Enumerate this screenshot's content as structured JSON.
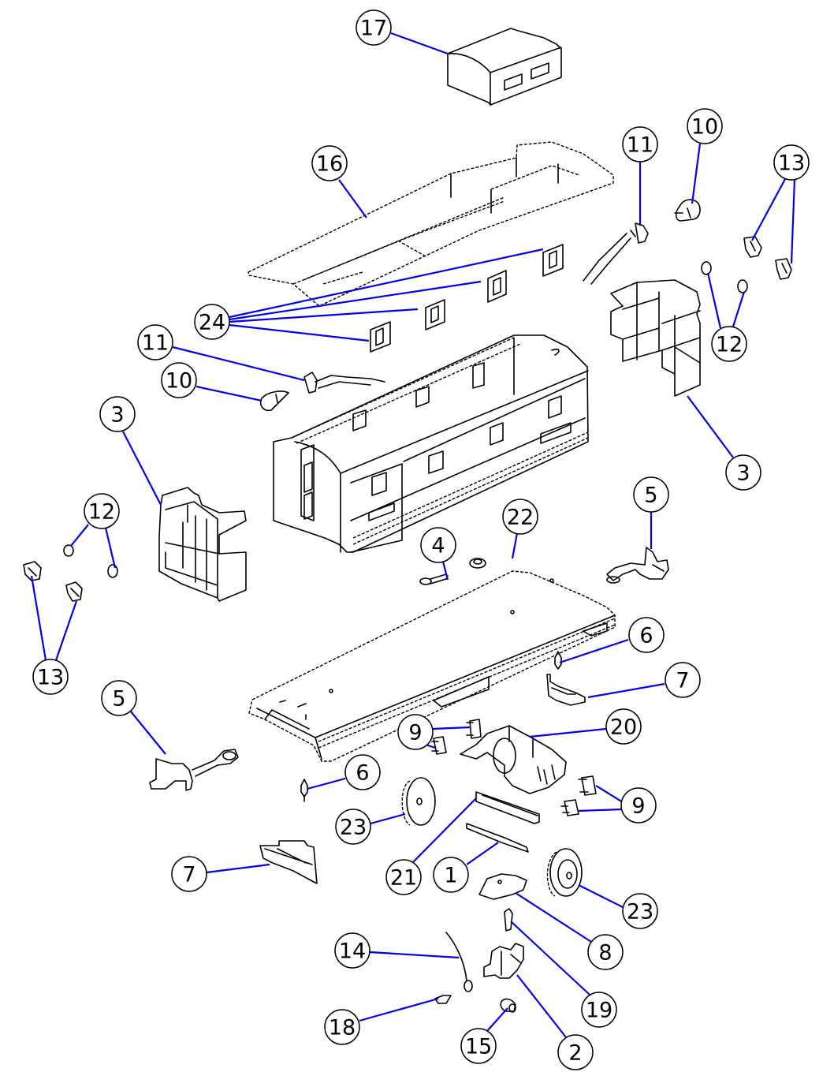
{
  "diagram": {
    "title": "Locomotive exploded parts diagram",
    "leader_color": "#0000ee",
    "callouts": [
      {
        "label": "17",
        "part": "cab-roof-hatch"
      },
      {
        "label": "16",
        "part": "roof-shell"
      },
      {
        "label": "11",
        "part": "headlight-wire-right"
      },
      {
        "label": "10",
        "part": "lamp-bulb-right"
      },
      {
        "label": "13",
        "part": "marker-lens-right"
      },
      {
        "label": "24",
        "part": "window-inserts"
      },
      {
        "label": "12",
        "part": "lens-right"
      },
      {
        "label": "11",
        "part": "headlight-wire-left"
      },
      {
        "label": "10",
        "part": "lamp-bulb-left"
      },
      {
        "label": "3",
        "part": "light-bracket-left"
      },
      {
        "label": "3",
        "part": "light-bracket-right"
      },
      {
        "label": "12",
        "part": "lens-left"
      },
      {
        "label": "5",
        "part": "coupler-right"
      },
      {
        "label": "22",
        "part": "nut"
      },
      {
        "label": "4",
        "part": "screw"
      },
      {
        "label": "13",
        "part": "marker-lens-left"
      },
      {
        "label": "6",
        "part": "coupler-pin-right"
      },
      {
        "label": "7",
        "part": "pilot-right"
      },
      {
        "label": "5",
        "part": "coupler-left"
      },
      {
        "label": "9",
        "part": "brush-holder-top"
      },
      {
        "label": "20",
        "part": "motor-frame"
      },
      {
        "label": "6",
        "part": "coupler-pin-left"
      },
      {
        "label": "9",
        "part": "brush-holder-right"
      },
      {
        "label": "23",
        "part": "wheel-left"
      },
      {
        "label": "7",
        "part": "pilot-left"
      },
      {
        "label": "21",
        "part": "shaft-bar"
      },
      {
        "label": "1",
        "part": "axle"
      },
      {
        "label": "23",
        "part": "wheel-right"
      },
      {
        "label": "8",
        "part": "contact-plate"
      },
      {
        "label": "14",
        "part": "wire-lead"
      },
      {
        "label": "19",
        "part": "screw-small"
      },
      {
        "label": "18",
        "part": "contact-spring"
      },
      {
        "label": "15",
        "part": "roller"
      },
      {
        "label": "2",
        "part": "pickup-assembly"
      }
    ]
  }
}
